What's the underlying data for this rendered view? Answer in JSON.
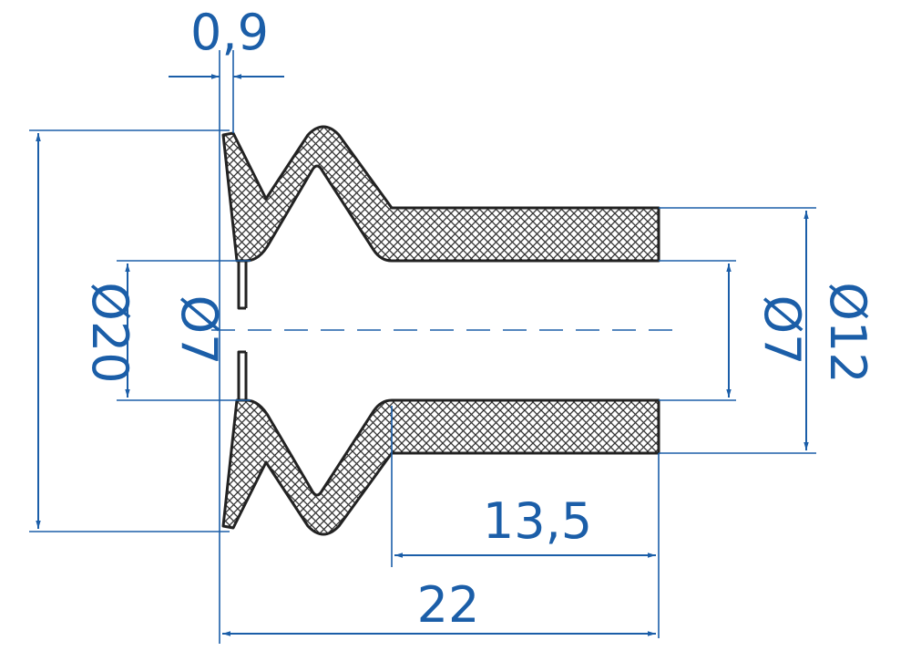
{
  "dimensions": {
    "wall_thickness": "0,9",
    "outer_diameter": "Ø20",
    "inner_diameter_left": "Ø7",
    "inner_diameter_right": "Ø7",
    "tube_diameter": "Ø12",
    "tube_length": "13,5",
    "overall_length": "22"
  },
  "colors": {
    "dimension": "#1b5ea8",
    "outline": "#222222",
    "hatch": "#333333"
  }
}
